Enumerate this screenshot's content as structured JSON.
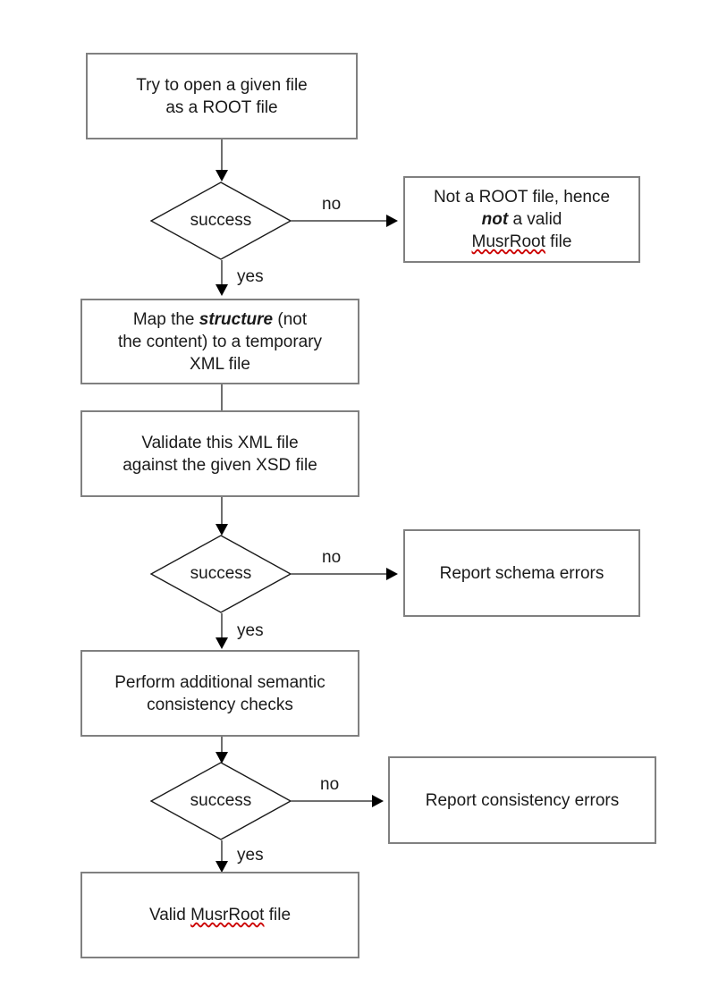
{
  "diagram": {
    "title": "MusrRoot file validation flowchart",
    "type": "flowchart",
    "colors": {
      "box_border": "#808080",
      "diamond_border": "#1a1a1a",
      "connector": "#6f6f6f",
      "arrowhead": "#000000",
      "text": "#1a1a1a",
      "spellcheck_underline": "#cc0000",
      "background": "#ffffff"
    },
    "nodes": {
      "open_file": {
        "shape": "process",
        "line1": "Try to open a given file",
        "line2": "as a ROOT file"
      },
      "decision_open": {
        "shape": "decision",
        "label": "success"
      },
      "not_root": {
        "shape": "process",
        "line1": "Not a ROOT file, hence",
        "line2_pre": "",
        "line2_emph": "not",
        "line2_post": " a valid",
        "line3_spell": "MusrRoot",
        "line3_post": " file"
      },
      "map_structure": {
        "shape": "process",
        "line1_pre": "Map the ",
        "line1_emph": "structure",
        "line1_post": " (not",
        "line2": "the content) to a temporary",
        "line3": "XML file"
      },
      "validate_xml": {
        "shape": "process",
        "line1": "Validate this XML file",
        "line2": "against the given XSD file"
      },
      "decision_schema": {
        "shape": "decision",
        "label": "success"
      },
      "schema_errors": {
        "shape": "process",
        "line1": "Report schema errors"
      },
      "semantic_checks": {
        "shape": "process",
        "line1": "Perform additional semantic",
        "line2": "consistency checks"
      },
      "decision_consistency": {
        "shape": "decision",
        "label": "success"
      },
      "consistency_errors": {
        "shape": "process",
        "line1": "Report consistency errors"
      },
      "valid_file": {
        "shape": "terminal",
        "line1_pre": "Valid ",
        "line1_spell": "MusrRoot",
        "line1_post": " file"
      }
    },
    "edge_labels": {
      "no_1": "no",
      "yes_1": "yes",
      "no_2": "no",
      "yes_2": "yes",
      "no_3": "no",
      "yes_3": "yes"
    }
  }
}
